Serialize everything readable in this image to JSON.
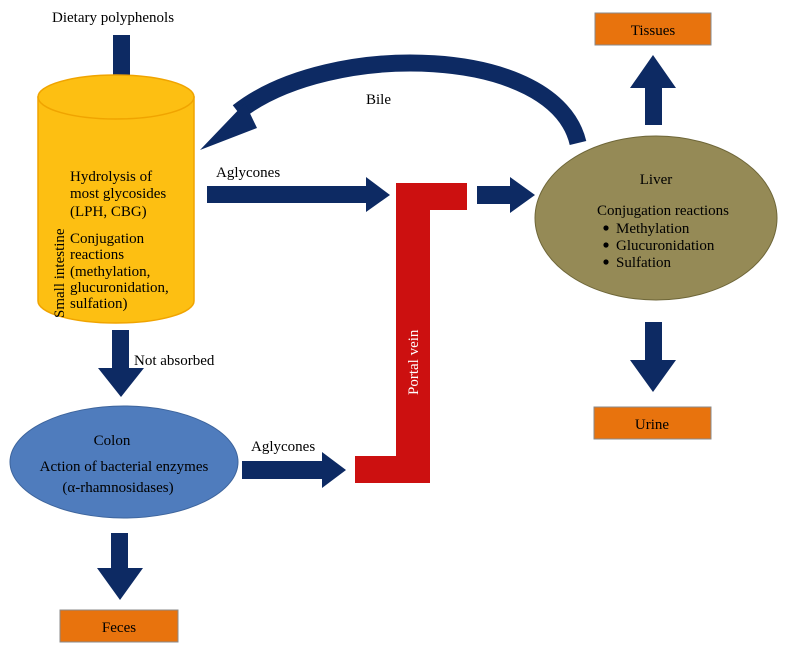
{
  "colors": {
    "arrow": "#0d2a63",
    "cylinder_fill": "#fdbf12",
    "cylinder_stroke": "#f0a400",
    "portal_vein": "#cc1010",
    "liver_fill": "#958a56",
    "colon_fill": "#4f7cbd",
    "box_fill": "#e8730d"
  },
  "labels": {
    "dietary_polyphenols": "Dietary polyphenols",
    "bile": "Bile",
    "aglycones_top": "Aglycones",
    "aglycones_bottom": "Aglycones",
    "not_absorbed": "Not absorbed",
    "portal_vein": "Portal vein"
  },
  "small_intestine": {
    "title": "Small intestine",
    "lines": [
      "Hydrolysis of",
      "most glycosides",
      "(LPH, CBG)",
      "Conjugation",
      "reactions",
      "(methylation,",
      "glucuronidation,",
      "sulfation)"
    ]
  },
  "liver": {
    "title": "Liver",
    "subtitle": "Conjugation reactions",
    "bullets": [
      "Methylation",
      "Glucuronidation",
      "Sulfation"
    ]
  },
  "colon": {
    "title": "Colon",
    "line1": "Action of bacterial enzymes",
    "line2": "(α-rhamnosidases)"
  },
  "boxes": {
    "tissues": "Tissues",
    "urine": "Urine",
    "feces": "Feces"
  }
}
